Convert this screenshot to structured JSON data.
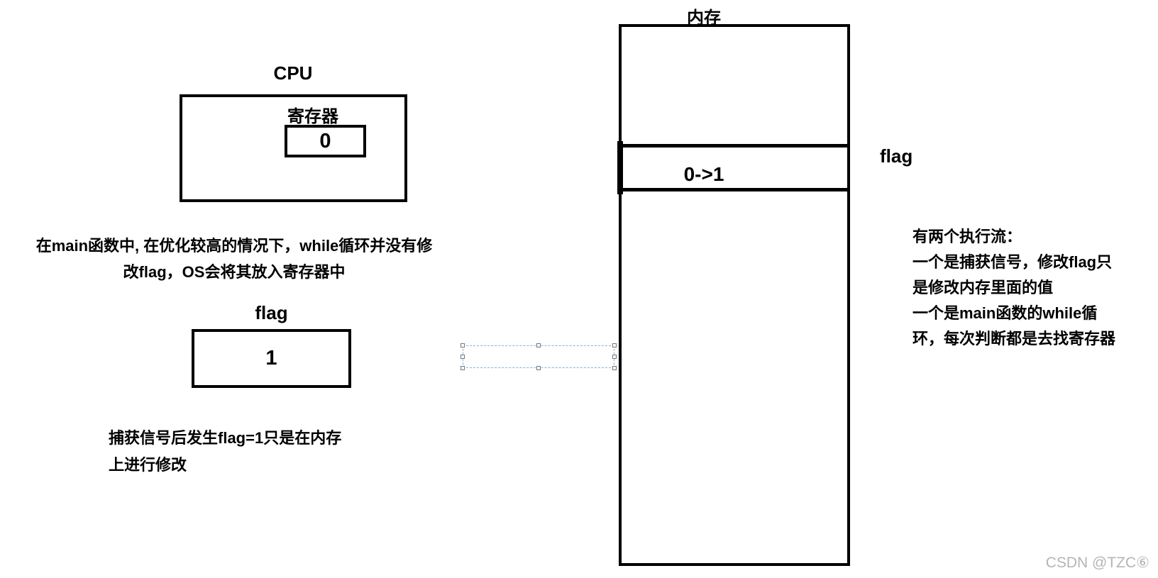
{
  "cpu": {
    "title": "CPU",
    "register_label": "寄存器",
    "register_value": "0"
  },
  "main_note": {
    "lines": [
      "在main函数中, 在优化较高的情况下，while循环并没有修",
      "改flag，OS会将其放入寄存器中"
    ]
  },
  "flag_box": {
    "label": "flag",
    "value": "1"
  },
  "capture_note": {
    "lines": [
      "捕获信号后发生flag=1只是在内存",
      "上进行修改"
    ]
  },
  "memory": {
    "title": "内存",
    "cell_value": "0->1",
    "cell_label": "flag"
  },
  "exec_note": {
    "lines": [
      "有两个执行流：",
      "一个是捕获信号，修改flag只",
      "是修改内存里面的值",
      "一个是main函数的while循",
      "环，每次判断都是去找寄存器"
    ]
  },
  "watermark": "CSDN @TZC⑥",
  "colors": {
    "line": "#000000",
    "selection_dash": "#85b3dc",
    "watermark": "#b5b5b5"
  }
}
